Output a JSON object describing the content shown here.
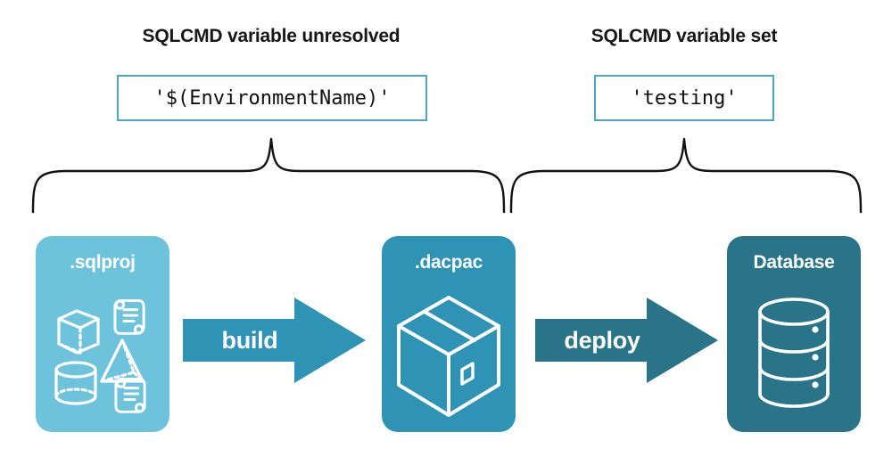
{
  "headings": {
    "left": "SQLCMD variable unresolved",
    "right": "SQLCMD variable set"
  },
  "code_boxes": {
    "left": "'$(EnvironmentName)'",
    "right": "'testing'"
  },
  "stages": [
    {
      "label": ".sqlproj",
      "icon": "project-artifacts-icon",
      "color": "#6EC3DC"
    },
    {
      "label": ".dacpac",
      "icon": "package-box-icon",
      "color": "#2F93B5"
    },
    {
      "label": "Database",
      "icon": "database-cylinder-icon",
      "color": "#2A7489"
    }
  ],
  "arrows": [
    {
      "label": "build",
      "color": "#2F93B5"
    },
    {
      "label": "deploy",
      "color": "#2A7489"
    }
  ],
  "colors": {
    "background": "#ffffff",
    "code_border": "#4BA8C4",
    "brace_stroke": "#111111",
    "heading_text": "#171717",
    "light_teal": "#6EC3DC",
    "mid_teal": "#2F93B5",
    "dark_teal": "#2A7489",
    "icon_white": "#ffffff"
  }
}
